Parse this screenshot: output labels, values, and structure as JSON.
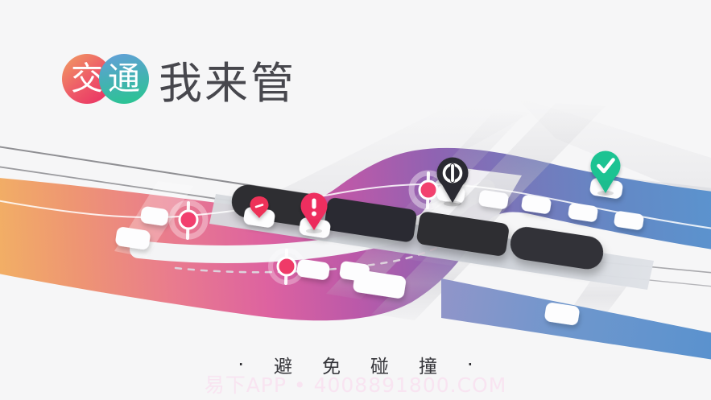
{
  "app": {
    "title_prefix_chars": [
      "交",
      "通"
    ],
    "title_rest": "我来管",
    "title_full": "交通我来管"
  },
  "tagline": {
    "left_dot": "·",
    "chars": [
      "避",
      "免",
      "碰",
      "撞"
    ],
    "right_dot": "·",
    "text": "避免碰撞"
  },
  "watermark": {
    "text": "易下APP • 4008891800.COM"
  },
  "scene": {
    "pins": [
      {
        "id": "alert-pin",
        "icon": "exclamation-icon",
        "color": "#ee2f5f"
      },
      {
        "id": "mini-alert-pin",
        "icon": "dash-icon",
        "color": "#ee3158"
      },
      {
        "id": "stop-pin",
        "icon": "power-stop-icon",
        "color": "#2c2c31"
      },
      {
        "id": "ok-pin",
        "icon": "checkmark-icon",
        "color": "#1ec392"
      }
    ],
    "signals": {
      "count": 3,
      "color": "#f23f6e"
    },
    "train": {
      "segments": 4,
      "color": "#2f2f33"
    },
    "vehicles": {
      "count": 13,
      "color": "#ffffff"
    },
    "road_gradient": [
      "#f2b164",
      "#e97b8e",
      "#bb59a9",
      "#7678bb",
      "#5b93ce"
    ]
  }
}
